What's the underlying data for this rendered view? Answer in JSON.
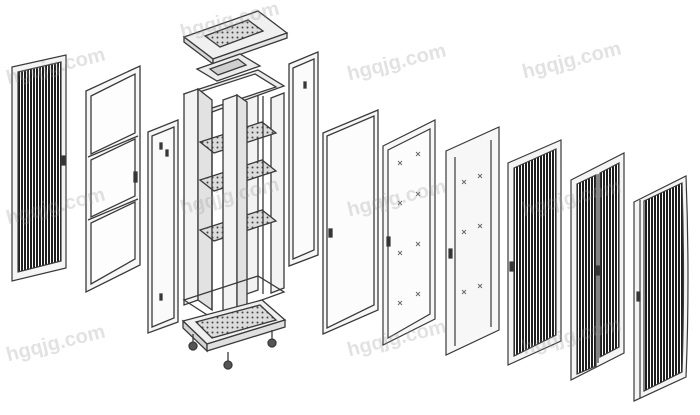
{
  "watermark": {
    "text": "hgqjg.com"
  },
  "colors": {
    "line": "#3a3a3a",
    "panel": "#f2f2f2",
    "mesh": "#222222",
    "glass": "#fafafa",
    "watermark": "#9a9a9a"
  },
  "components": [
    {
      "name": "perforated-front-door-left",
      "icon": "mesh-door"
    },
    {
      "name": "glass-door-three-pane",
      "icon": "framed-door"
    },
    {
      "name": "side-panel-left",
      "icon": "side-panel"
    },
    {
      "name": "rack-frame-with-shelves",
      "icon": "rack-frame"
    },
    {
      "name": "top-cover",
      "icon": "top-cover"
    },
    {
      "name": "base-with-casters",
      "icon": "base"
    },
    {
      "name": "side-panel-narrow",
      "icon": "side-panel"
    },
    {
      "name": "solid-door",
      "icon": "plain-door"
    },
    {
      "name": "cross-pattern-door",
      "icon": "cross-door"
    },
    {
      "name": "rail-door",
      "icon": "rail-door"
    },
    {
      "name": "mesh-door-single",
      "icon": "mesh-door"
    },
    {
      "name": "mesh-door-double",
      "icon": "mesh-door"
    },
    {
      "name": "mesh-door-curved",
      "icon": "mesh-door"
    }
  ]
}
